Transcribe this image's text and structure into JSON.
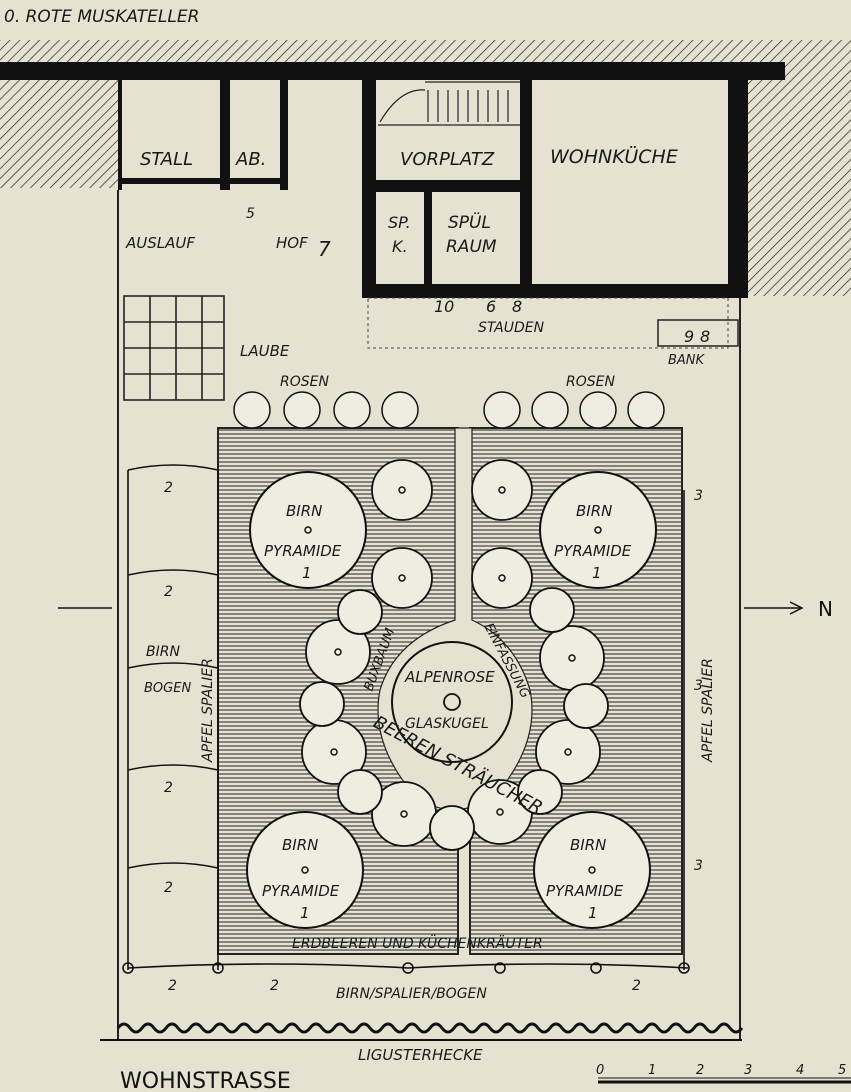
{
  "header_text": "0. ROTE MUSKATELLER",
  "rooms": {
    "stall": "STALL",
    "ab": "AB.",
    "vorplatz": "VORPLATZ",
    "wohnkueche": "WOHNKÜCHE",
    "sp_k_1": "SP.",
    "sp_k_2": "K.",
    "spuel_1": "SPÜL",
    "spuel_2": "RAUM"
  },
  "yard": {
    "auslauf": "AUSLAUF",
    "hof": "HOF",
    "laube": "LAUBE",
    "stauden": "STAUDEN",
    "bank": "BANK"
  },
  "garden": {
    "rosen": "ROSEN",
    "birn": "BIRN",
    "pyramide": "PYRAMIDE",
    "one": "1",
    "buxbaum": "BUXBAUM",
    "einfassung": "EINFASSUNG",
    "alpenrose": "ALPENROSE",
    "glaskugel": "GLASKUGEL",
    "beeren": "BEEREN STRÄUCHER",
    "erdbeeren": "ERDBEEREN UND KÜCHENKRÄUTER",
    "birn_bogen_1": "BIRN",
    "birn_bogen_2": "BOGEN",
    "apfel_spalier": "APFEL SPALIER",
    "birn_spalier_bogen": "BIRN/SPALIER/BOGEN",
    "liguster": "LIGUSTERHECKE",
    "wohnstrasse": "WOHNSTRASSE",
    "north": "N"
  },
  "numbers": {
    "n2": "2",
    "n3": "3",
    "n5": "5",
    "n7": "7",
    "n10": "10",
    "n6": "6",
    "n8": "8",
    "n9": "9"
  },
  "scale": [
    "0",
    "1",
    "2",
    "3",
    "4",
    "5"
  ]
}
